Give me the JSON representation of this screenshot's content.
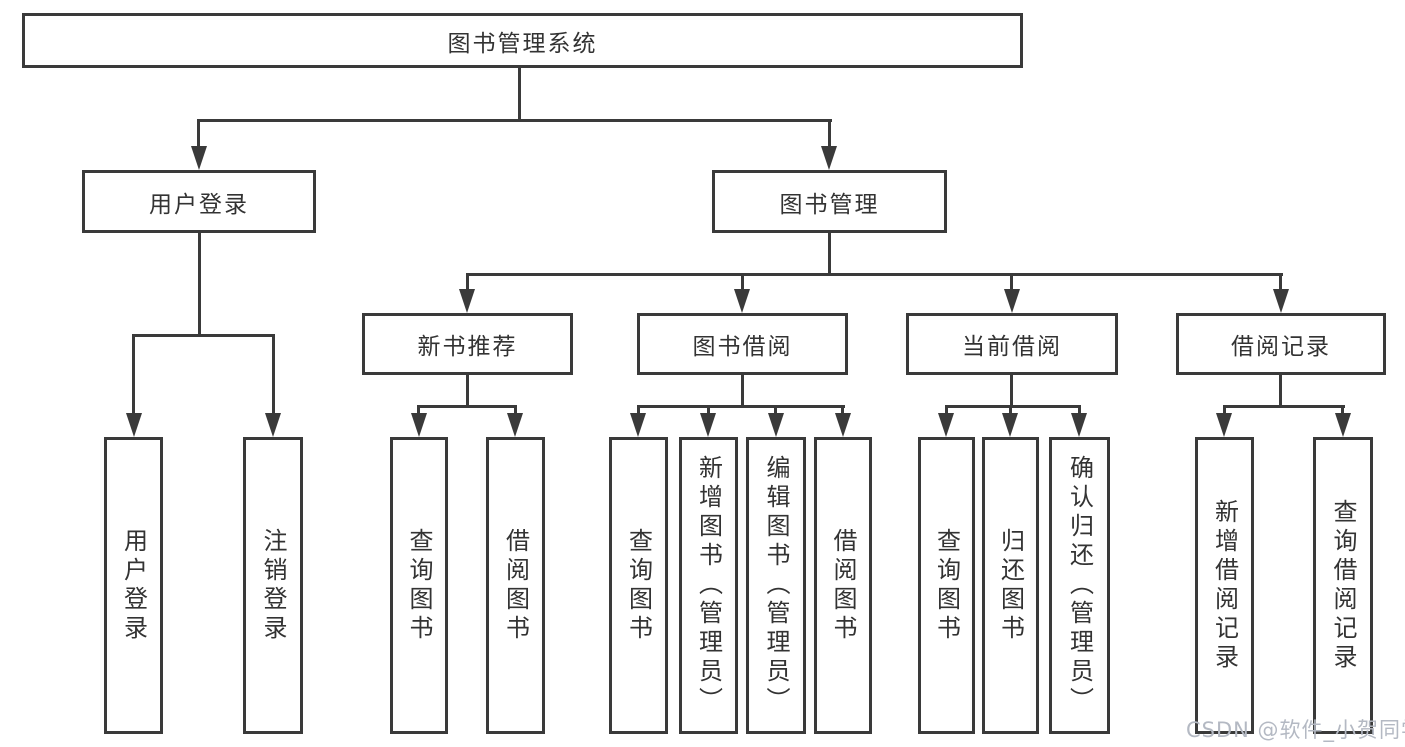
{
  "colors": {
    "line": "#3a3a3a",
    "text": "#333333",
    "background": "#ffffff",
    "watermark_text": "#b4b9c3"
  },
  "watermark": "CSDN @软件_小贺同学",
  "tree": {
    "root": "图书管理系统",
    "branches": [
      {
        "label": "用户登录",
        "children": [
          {
            "label": "用户登录"
          },
          {
            "label": "注销登录"
          }
        ]
      },
      {
        "label": "图书管理",
        "children": [
          {
            "label": "新书推荐",
            "children": [
              {
                "label": "查询图书"
              },
              {
                "label": "借阅图书"
              }
            ]
          },
          {
            "label": "图书借阅",
            "children": [
              {
                "label": "查询图书"
              },
              {
                "label": "新增图书（管理员）"
              },
              {
                "label": "编辑图书（管理员）"
              },
              {
                "label": "借阅图书"
              }
            ]
          },
          {
            "label": "当前借阅",
            "children": [
              {
                "label": "查询图书"
              },
              {
                "label": "归还图书"
              },
              {
                "label": "确认归还（管理员）"
              }
            ]
          },
          {
            "label": "借阅记录",
            "children": [
              {
                "label": "新增借阅记录"
              },
              {
                "label": "查询借阅记录"
              }
            ]
          }
        ]
      }
    ]
  }
}
